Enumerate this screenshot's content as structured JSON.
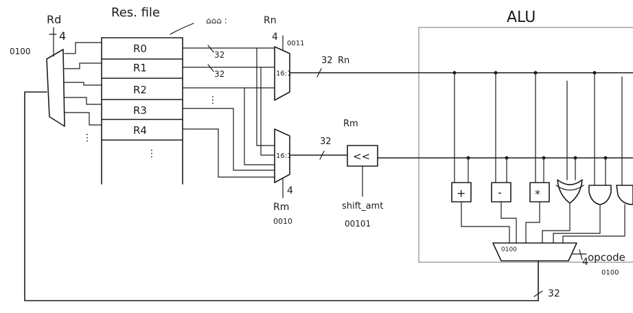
{
  "diagram": {
    "alu_title": "ALU",
    "regfile_title": "Res. file",
    "rd_label": "Rd",
    "rd_width": "4",
    "rd_value": "0100",
    "registers": [
      "R0",
      "R1",
      "R2",
      "R3",
      "R4"
    ],
    "bus_width_a": "32",
    "bus_width_b": "32",
    "rn_label_top": "Rn",
    "rn_width": "4",
    "rn_value": "0011",
    "mux_top_label": "16:1",
    "mux_bottom_label": "16:1",
    "bus_rn_width": "32",
    "bus_rn_label": "Rn",
    "rm_label_shift": "Rm",
    "bus_rm_width": "32",
    "shifter_label": "<<",
    "shift_amt_label": "shift_amt",
    "shift_amt_value": "00101",
    "rm_label_bottom": "Rm",
    "rm_width": "4",
    "rm_value": "0010",
    "op_plus": "+",
    "op_minus": "-",
    "op_mult": "*",
    "alu_mux_label": "0100",
    "opcode_label": "opcode",
    "opcode_width": "4",
    "opcode_value": "0100",
    "result_width": "32"
  }
}
